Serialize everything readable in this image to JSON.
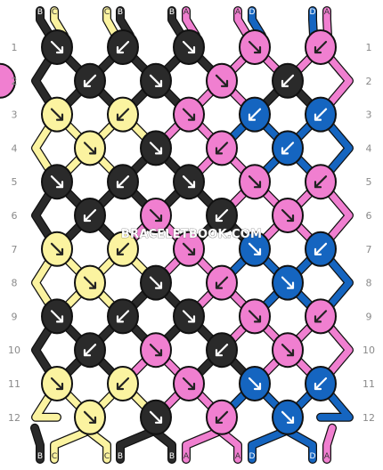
{
  "watermark": "BRACELETBOOK.COM",
  "colors": {
    "B": "#2a2a2a",
    "C": "#fbf3a0",
    "A": "#f07fd0",
    "D": "#1565c0",
    "outline": "#111111",
    "rowlabel": "#8a8a8a"
  },
  "strings_top": [
    "B",
    "C",
    "C",
    "B",
    "B",
    "A",
    "A",
    "D",
    "D",
    "A"
  ],
  "strings_bottom": [
    "B",
    "C",
    "C",
    "B",
    "B",
    "A",
    "A",
    "D",
    "D",
    "A"
  ],
  "row_labels": [
    "1",
    "2",
    "3",
    "4",
    "5",
    "6",
    "7",
    "8",
    "9",
    "10",
    "11",
    "12"
  ],
  "knots": [
    [
      {
        "c": "B",
        "d": "se"
      },
      {
        "c": "B",
        "d": "sw"
      },
      {
        "c": "B",
        "d": "se"
      },
      {
        "c": "A",
        "d": "se"
      },
      {
        "c": "A",
        "d": "sw"
      }
    ],
    [
      {
        "c": "B",
        "d": "sw"
      },
      {
        "c": "B",
        "d": "se"
      },
      {
        "c": "A",
        "d": "se"
      },
      {
        "c": "B",
        "d": "sw"
      },
      {
        "c": "A",
        "d": "se"
      }
    ],
    [
      {
        "c": "C",
        "d": "se"
      },
      {
        "c": "C",
        "d": "sw"
      },
      {
        "c": "A",
        "d": "se"
      },
      {
        "c": "D",
        "d": "sw"
      },
      {
        "c": "D",
        "d": "sw"
      }
    ],
    [
      {
        "c": "C",
        "d": "se"
      },
      {
        "c": "B",
        "d": "se"
      },
      {
        "c": "A",
        "d": "sw"
      },
      {
        "c": "D",
        "d": "sw"
      }
    ],
    [
      {
        "c": "B",
        "d": "se"
      },
      {
        "c": "B",
        "d": "sw"
      },
      {
        "c": "B",
        "d": "se"
      },
      {
        "c": "A",
        "d": "se"
      },
      {
        "c": "A",
        "d": "sw"
      }
    ],
    [
      {
        "c": "B",
        "d": "sw"
      },
      {
        "c": "A",
        "d": "se"
      },
      {
        "c": "B",
        "d": "sw"
      },
      {
        "c": "A",
        "d": "se"
      }
    ],
    [
      {
        "c": "C",
        "d": "se"
      },
      {
        "c": "C",
        "d": "sw"
      },
      {
        "c": "A",
        "d": "se"
      },
      {
        "c": "D",
        "d": "se"
      },
      {
        "c": "D",
        "d": "sw"
      }
    ],
    [
      {
        "c": "C",
        "d": "se"
      },
      {
        "c": "B",
        "d": "se"
      },
      {
        "c": "A",
        "d": "sw"
      },
      {
        "c": "D",
        "d": "se"
      }
    ],
    [
      {
        "c": "B",
        "d": "se"
      },
      {
        "c": "B",
        "d": "sw"
      },
      {
        "c": "B",
        "d": "se"
      },
      {
        "c": "A",
        "d": "se"
      },
      {
        "c": "A",
        "d": "sw"
      }
    ],
    [
      {
        "c": "B",
        "d": "sw"
      },
      {
        "c": "A",
        "d": "se"
      },
      {
        "c": "B",
        "d": "sw"
      },
      {
        "c": "A",
        "d": "se"
      }
    ],
    [
      {
        "c": "C",
        "d": "se"
      },
      {
        "c": "C",
        "d": "sw"
      },
      {
        "c": "A",
        "d": "se"
      },
      {
        "c": "D",
        "d": "se"
      },
      {
        "c": "D",
        "d": "sw"
      }
    ],
    [
      {
        "c": "C",
        "d": "se"
      },
      {
        "c": "B",
        "d": "se"
      },
      {
        "c": "A",
        "d": "sw"
      },
      {
        "c": "D",
        "d": "se"
      }
    ]
  ]
}
